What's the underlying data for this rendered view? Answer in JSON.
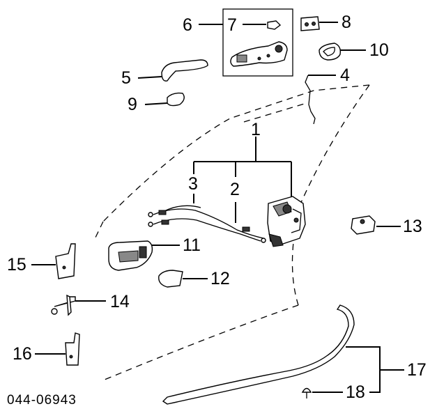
{
  "callouts": {
    "c1": "1",
    "c2": "2",
    "c3": "3",
    "c4": "4",
    "c5": "5",
    "c6": "6",
    "c7": "7",
    "c8": "8",
    "c9": "9",
    "c10": "10",
    "c11": "11",
    "c12": "12",
    "c13": "13",
    "c14": "14",
    "c15": "15",
    "c16": "16",
    "c17": "17",
    "c18": "18"
  },
  "reference_code": "044-06943"
}
